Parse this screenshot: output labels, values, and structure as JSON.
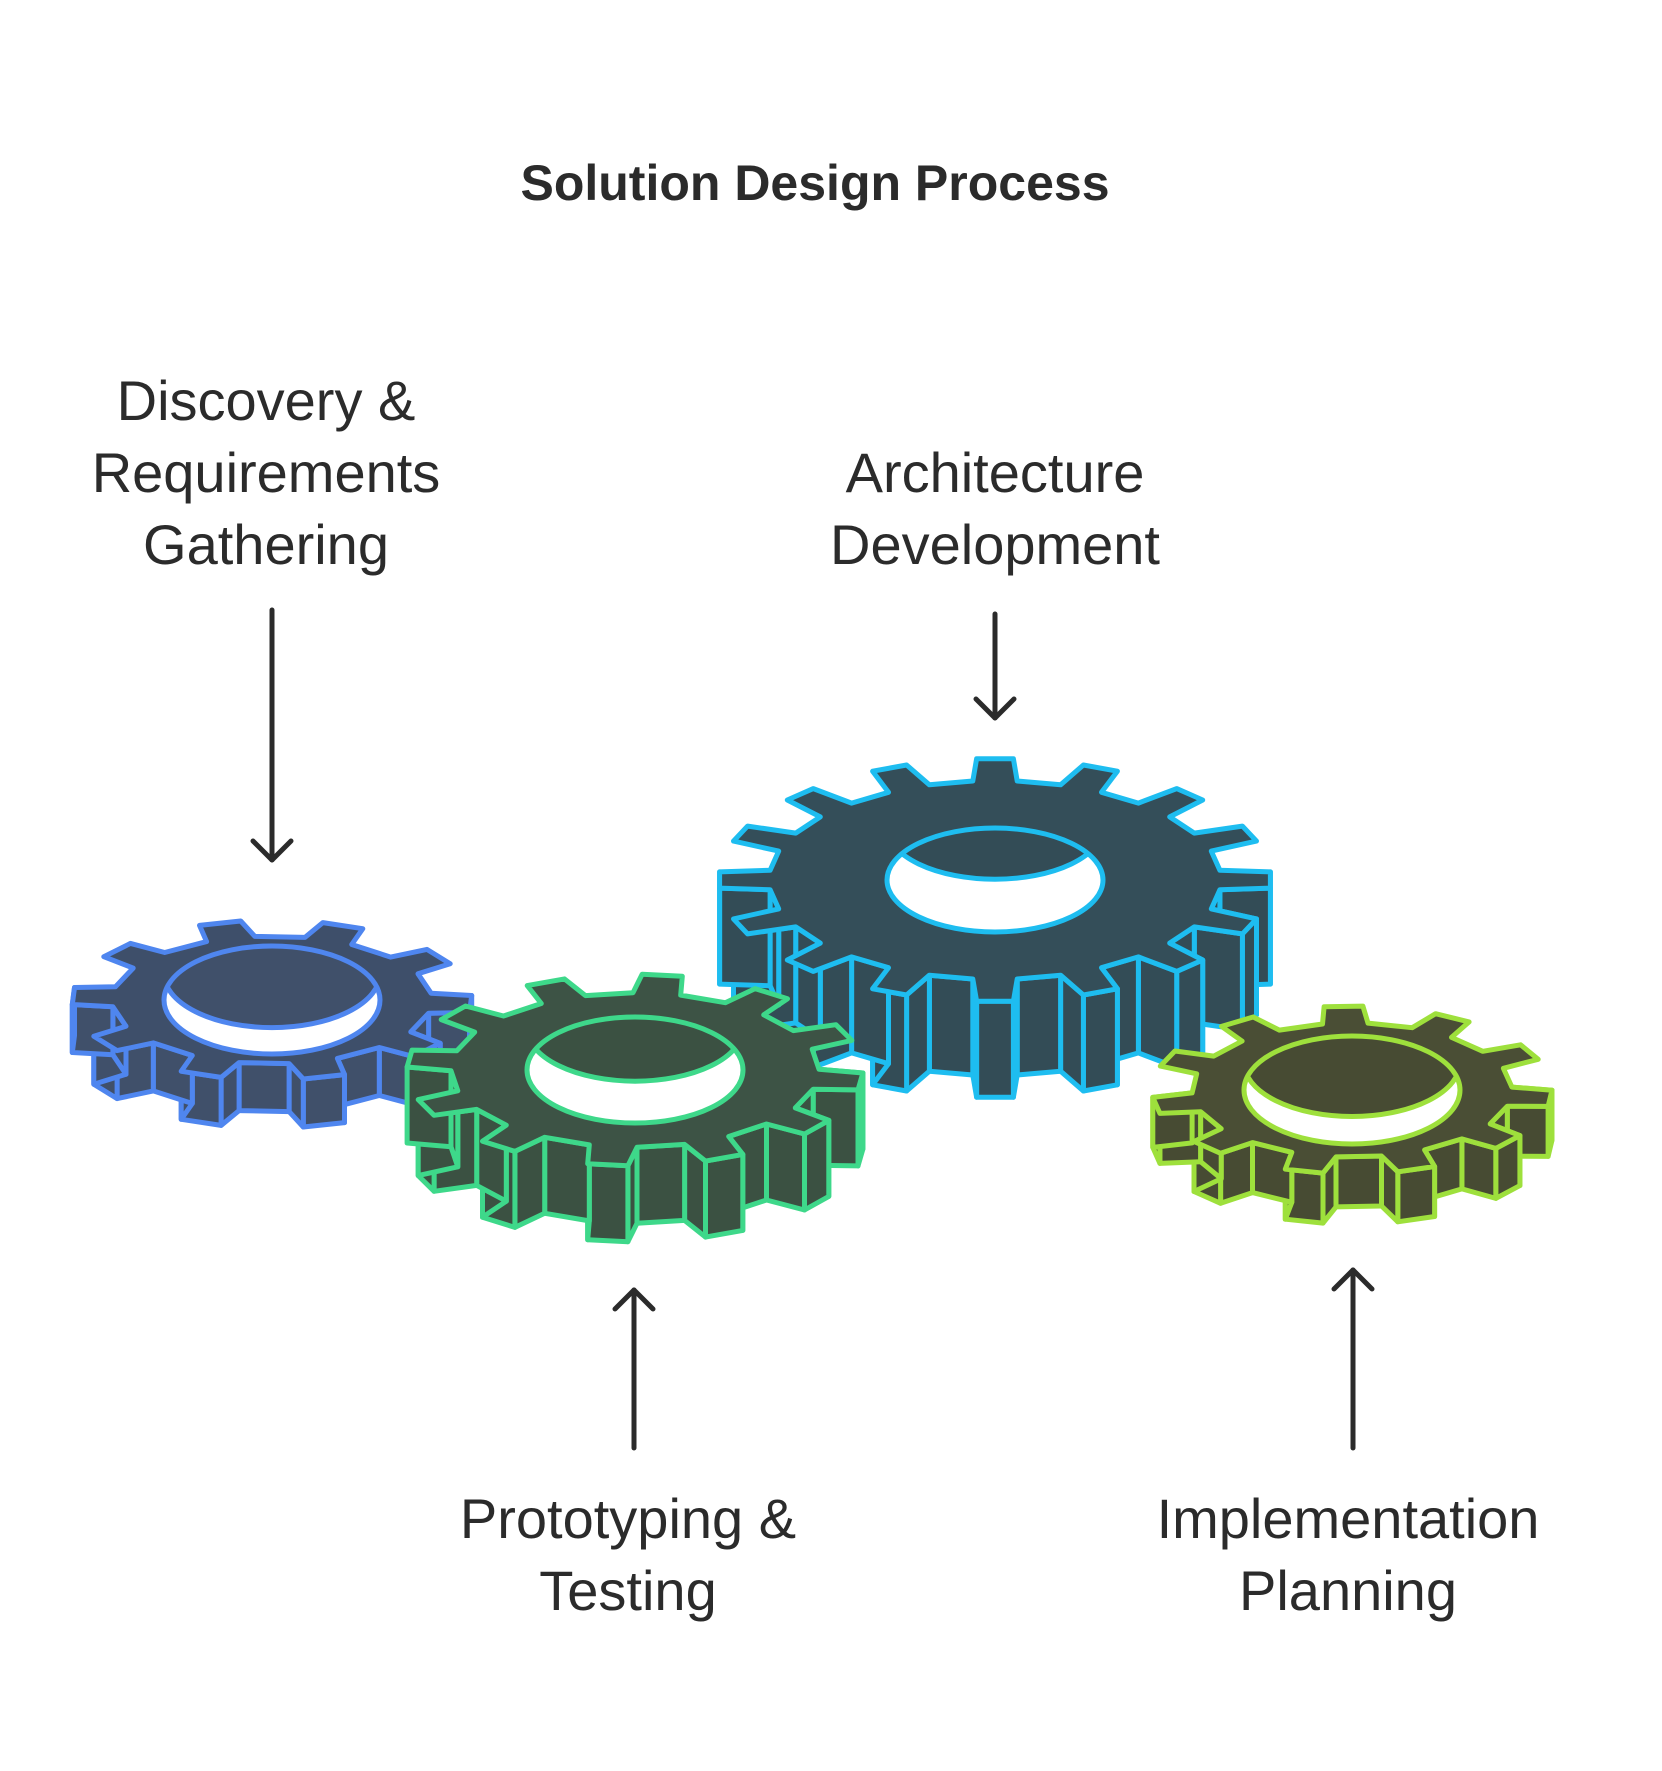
{
  "title": "Solution Design Process",
  "stages": [
    {
      "id": "discovery",
      "lines": [
        "Discovery &",
        "Requirements",
        "Gathering"
      ],
      "colors": {
        "stroke": "#4f86ef",
        "face": "#3e4f6a",
        "side": "#40506a"
      }
    },
    {
      "id": "architecture",
      "lines": [
        "Architecture",
        "Development"
      ],
      "colors": {
        "stroke": "#1ebdf0",
        "face": "#344e59",
        "side": "#334c56"
      }
    },
    {
      "id": "prototyping",
      "lines": [
        "Prototyping &",
        "Testing"
      ],
      "colors": {
        "stroke": "#3ed88a",
        "face": "#3d5345",
        "side": "#3b5142"
      }
    },
    {
      "id": "implementation",
      "lines": [
        "Implementation",
        "Planning"
      ],
      "colors": {
        "stroke": "#9ee03c",
        "face": "#4a4e35",
        "side": "#474b33"
      }
    }
  ],
  "icons": {
    "gear": "gear-icon",
    "arrow": "arrow-icon"
  }
}
